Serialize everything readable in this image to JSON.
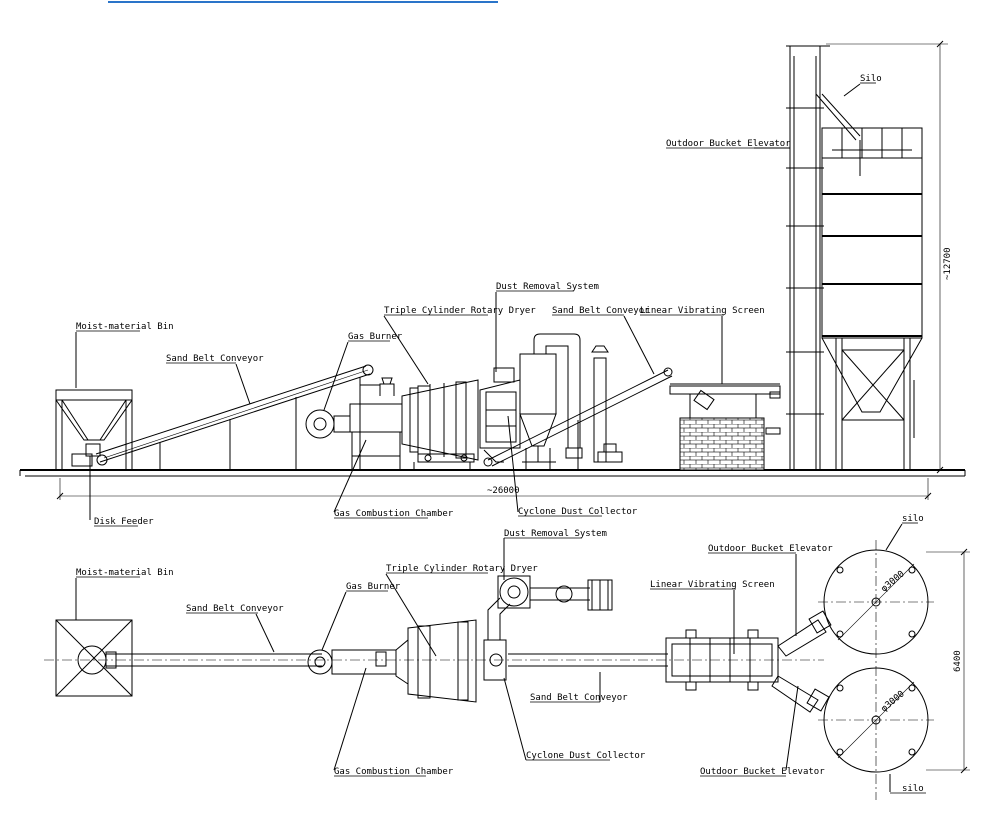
{
  "header_link_color": "#2a74c9",
  "elevation": {
    "labels": {
      "moist_bin": "Moist-material Bin",
      "sand_belt_1": "Sand Belt Conveyor",
      "gas_burner": "Gas Burner",
      "rotary_dryer": "Triple Cylinder Rotary Dryer",
      "dust_removal": "Dust Removal System",
      "sand_belt_2": "Sand Belt Conveyor",
      "vibrating_screen": "Linear Vibrating Screen",
      "silo": "Silo",
      "bucket_elevator": "Outdoor Bucket Elevator",
      "disk_feeder": "Disk Feeder",
      "combustion_chamber": "Gas Combustion Chamber",
      "cyclone": "Cyclone Dust Collector"
    },
    "dimensions": {
      "length": "~26000",
      "height": "~12700"
    }
  },
  "plan": {
    "labels": {
      "moist_bin": "Moist-material Bin",
      "sand_belt_1": "Sand Belt Conveyor",
      "gas_burner": "Gas Burner",
      "rotary_dryer": "Triple Cylinder Rotary Dryer",
      "dust_removal": "Dust Removal System",
      "vibrating_screen": "Linear Vibrating Screen",
      "bucket_elevator_top": "Outdoor Bucket Elevator",
      "silo_top": "silo",
      "sand_belt_2": "Sand Belt Conveyor",
      "cyclone": "Cyclone Dust Collector",
      "combustion_chamber": "Gas Combustion Chamber",
      "bucket_elevator_bottom": "Outdoor Bucket Elevator",
      "silo_bottom": "silo"
    },
    "dimensions": {
      "silo_diameter_top": "φ3000",
      "silo_diameter_bottom": "φ3000",
      "width": "6400"
    }
  }
}
